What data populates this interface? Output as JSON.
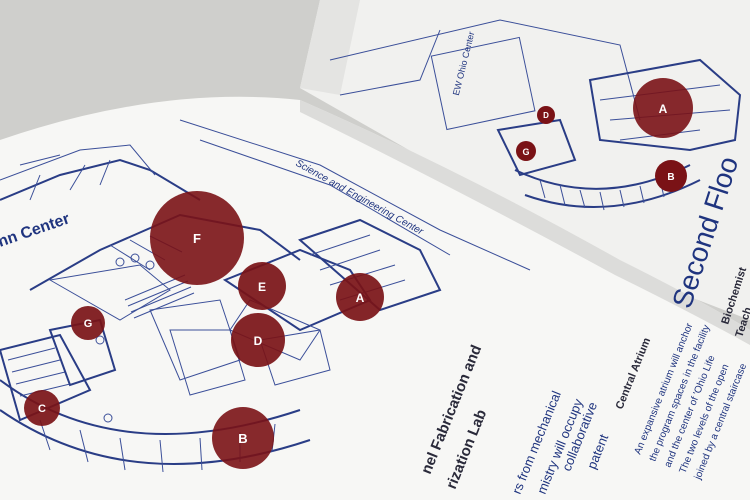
{
  "colors": {
    "paper": "#f6f6f4",
    "blueprint": "#2a3d86",
    "marker": "#7a1216",
    "marker_text": "#ffffff"
  },
  "left_plan": {
    "building_label": "nn Center",
    "corridor_label": "Science and Engineering Center",
    "markers": [
      "F",
      "E",
      "A",
      "D",
      "G",
      "C",
      "B"
    ]
  },
  "right_plan": {
    "building_label": "EW Ohio Center",
    "markers": [
      "A",
      "G",
      "B",
      "D"
    ],
    "floor_title": "Second Floo",
    "legend": [
      "Biochemist",
      "Teach"
    ]
  },
  "article": {
    "heading_line1": "nel Fabrication and",
    "heading_line2": "rization Lab",
    "body_fragment1": "rs from mechanical",
    "body_fragment2": "mistry will occupy",
    "body_fragment3": "collaborative",
    "body_fragment4": "patent",
    "central_atrium_heading": "Central Atrium",
    "atrium_lines": [
      "An expansive atrium will anchor",
      "the program spaces in the facility",
      "and the center of 'Ohio Life",
      "The two levels of the open",
      "joined by a central staircase"
    ]
  }
}
